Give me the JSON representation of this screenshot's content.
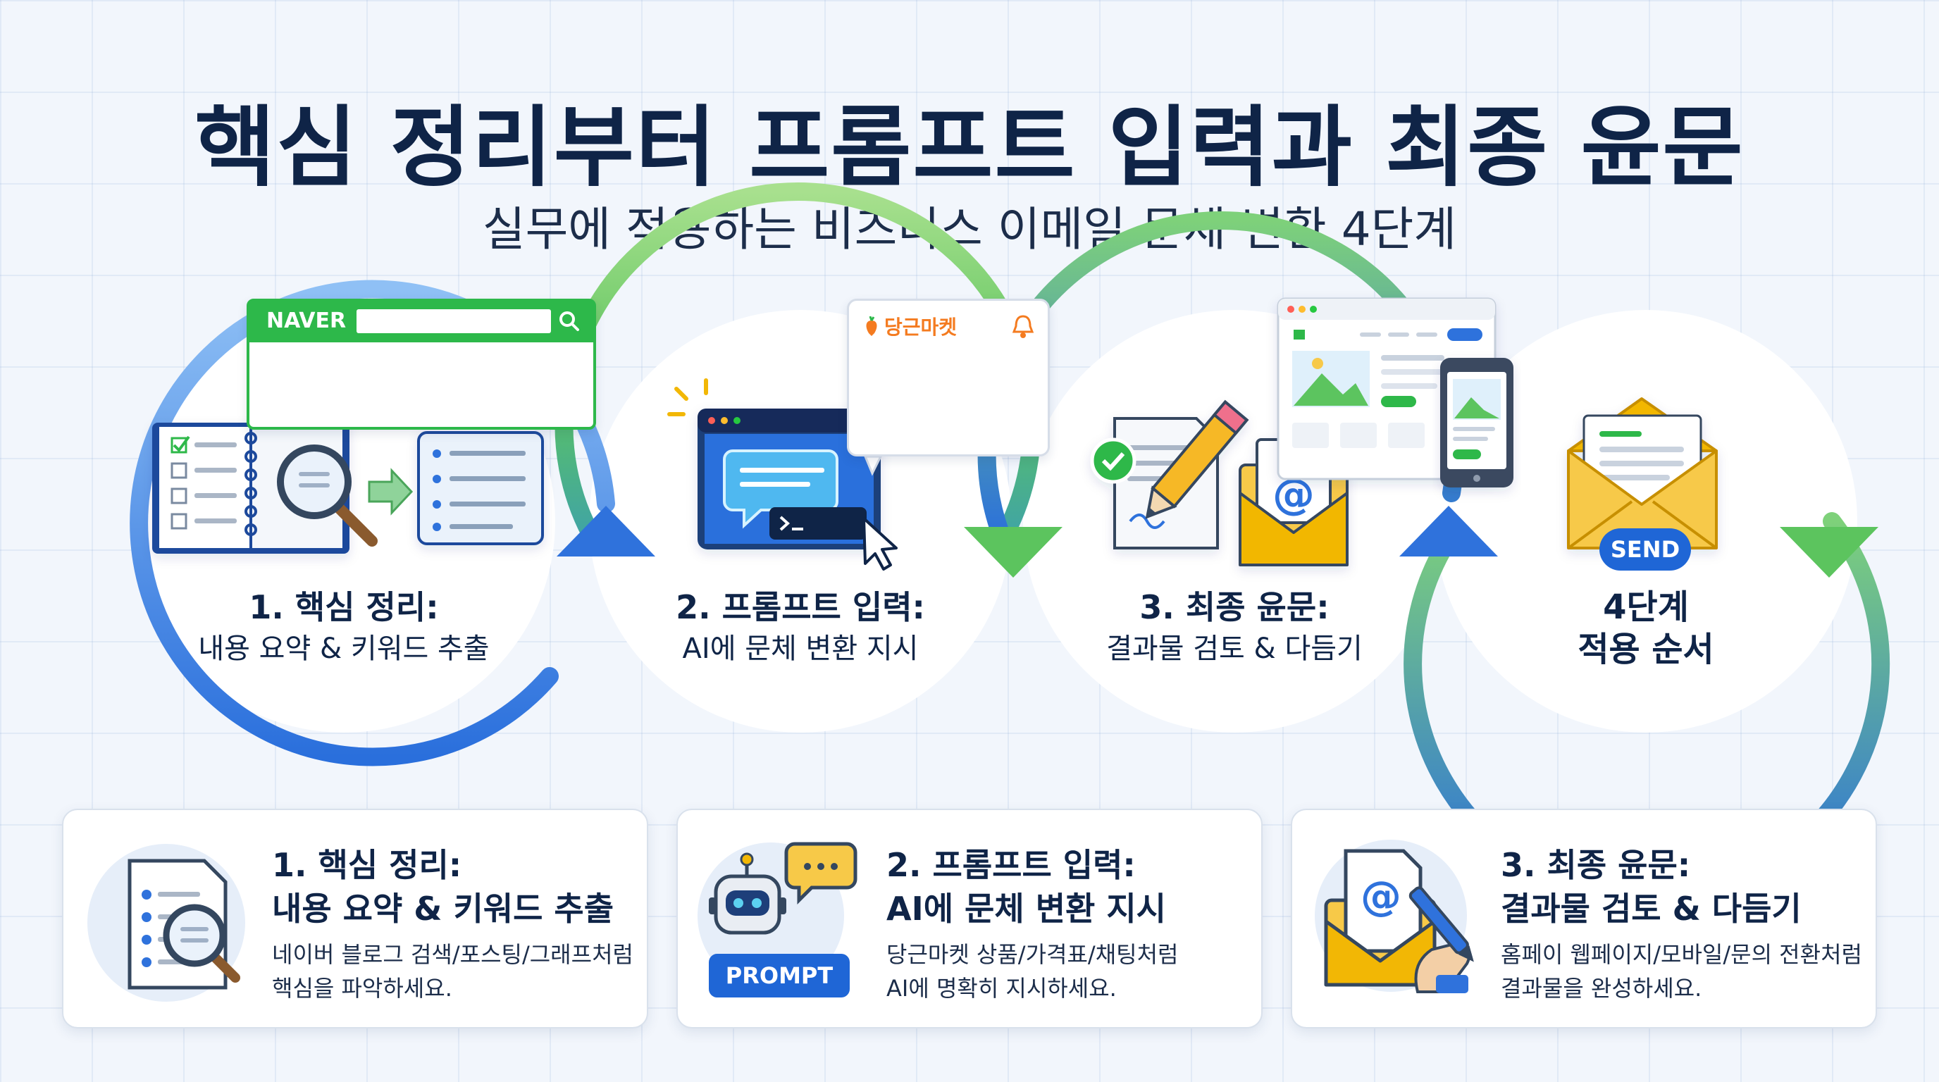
{
  "title": "핵심 정리부터 프롬프트 입력과 최종 윤문",
  "subtitle": "실무에 적용하는 비즈니스 이메일 문체 변환 4단계",
  "steps": [
    {
      "heading": "1. 핵심 정리:",
      "sub": "내용 요약 & 키워드 추출"
    },
    {
      "heading": "2. 프롬프트 입력:",
      "sub": "AI에 문체 변환 지시"
    },
    {
      "heading": "3. 최종 윤문:",
      "sub": "결과물 검토 & 다듬기"
    },
    {
      "heading": "4단계",
      "sub": "적용 순서"
    }
  ],
  "illustrations": {
    "naver_logo": "NAVER",
    "daangn_logo": "당근마켓",
    "send_label": "SEND",
    "prompt_label": "PROMPT"
  },
  "cards": [
    {
      "title1": "1. 핵심 정리:",
      "title2": "내용 요약 & 키워드 추출",
      "desc1": "네이버 블로그 검색/포스팅/그래프처럼",
      "desc2": "핵심을 파악하세요."
    },
    {
      "title1": "2. 프롬프트 입력:",
      "title2": "AI에 문체 변환 지시",
      "desc1": "당근마켓 상품/가격표/채팅처럼",
      "desc2": "AI에 명확히 지시하세요."
    },
    {
      "title1": "3. 최종 윤문:",
      "title2": "결과물 검토 & 다듬기",
      "desc1": "홈페이 웹페이지/모바일/문의 전환처럼",
      "desc2": "결과물을 완성하세요."
    }
  ],
  "colors": {
    "blue": "#2f72dc",
    "green": "#5cc45e",
    "navy": "#0f2447",
    "naver_green": "#2db84a",
    "orange": "#f47b20"
  },
  "icons": [
    "notebook-icon",
    "magnifier-icon",
    "list-doc-icon",
    "browser-icon",
    "chat-bubble-icon",
    "cursor-icon",
    "shopping-bag-icon",
    "document-pen-icon",
    "envelope-at-icon",
    "web-page-icon",
    "phone-icon",
    "envelope-send-icon",
    "robot-icon"
  ]
}
